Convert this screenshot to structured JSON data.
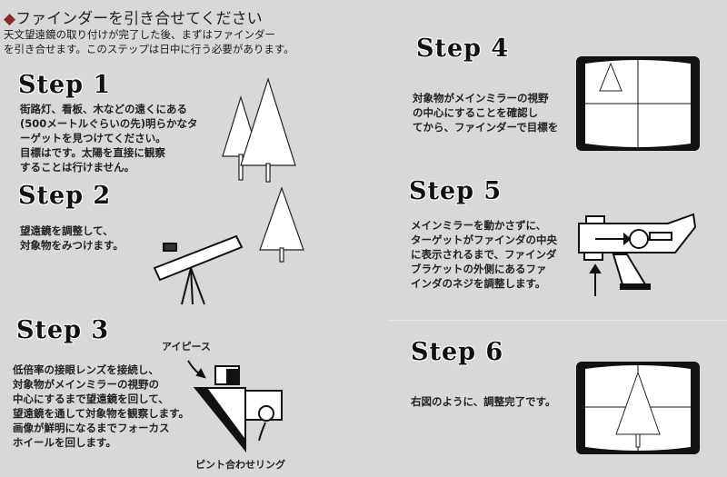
{
  "header": {
    "title_marker": "◆",
    "title": "ファインダーを引き合せてください",
    "intro_lines": [
      "天文望遠鏡の取り付けが完了した後、まずはファインダー",
      "を引き合せます。このステップは日中に行う必要があります。"
    ]
  },
  "steps": [
    {
      "label": "Step 1",
      "lines": [
        "街路灯、看板、木などの遠くにある",
        "(500メートルぐらいの先)明らかなタ",
        "ーゲットを見つけてください。",
        "目標はです。太陽を直接に観察",
        "することは行けません。"
      ]
    },
    {
      "label": "Step 2",
      "lines": [
        "望遠鏡を調整して、",
        "対象物をみつけます。"
      ]
    },
    {
      "label": "Step 3",
      "lines": [
        "低倍率の接眼レンズを接続し、",
        "対象物がメインミラーの視野の",
        "中心にするまで望遠鏡を回して、",
        "望遠鏡を通して対象物を観察します。",
        "画像が鮮明になるまでフォーカス",
        "ホイールを回します。"
      ],
      "labels": {
        "eyepiece": "アイピース",
        "focus_ring": "ピント合わせリング"
      }
    },
    {
      "label": "Step 4",
      "lines": [
        "対象物がメインミラーの視野",
        "の中心にすることを確認し",
        "てから、ファインダーで目標を"
      ]
    },
    {
      "label": "Step 5",
      "lines": [
        "メインミラーを動かさずに、",
        "ターゲットがファインダの中央",
        "に表示されるまで、ファインダ",
        "ブラケットの外側にあるファ",
        "インダのネジを調整します。"
      ]
    },
    {
      "label": "Step 6",
      "lines": [
        "右図のように、調整完了です。"
      ]
    }
  ]
}
